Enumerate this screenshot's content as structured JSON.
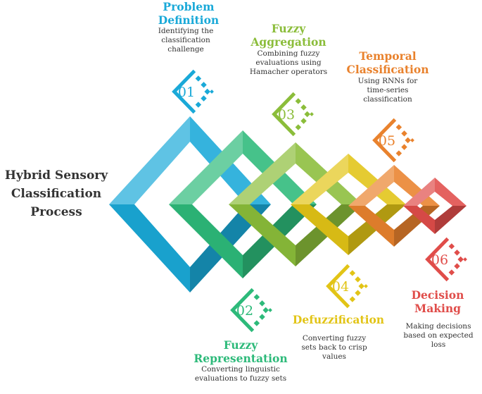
{
  "diagram": {
    "title": "Hybrid Sensory Classification Process",
    "steps": [
      {
        "number": "01",
        "title": "Problem Definition",
        "description": "Identifying the classification challenge",
        "color": "#1aa9d8"
      },
      {
        "number": "02",
        "title": "Fuzzy Representation",
        "description": "Converting linguistic evaluations to fuzzy sets",
        "color": "#2dba7a"
      },
      {
        "number": "03",
        "title": "Fuzzy Aggregation",
        "description": "Combining fuzzy evaluations using Hamacher operators",
        "color": "#8bbd3a"
      },
      {
        "number": "04",
        "title": "Defuzzification",
        "description": "Converting fuzzy sets back to crisp values",
        "color": "#e2c416"
      },
      {
        "number": "05",
        "title": "Temporal Classification",
        "description": "Using RNNs for time-series classification",
        "color": "#e9822d"
      },
      {
        "number": "06",
        "title": "Decision Making",
        "description": "Making decisions based on expected loss",
        "color": "#e04d4a"
      }
    ]
  }
}
